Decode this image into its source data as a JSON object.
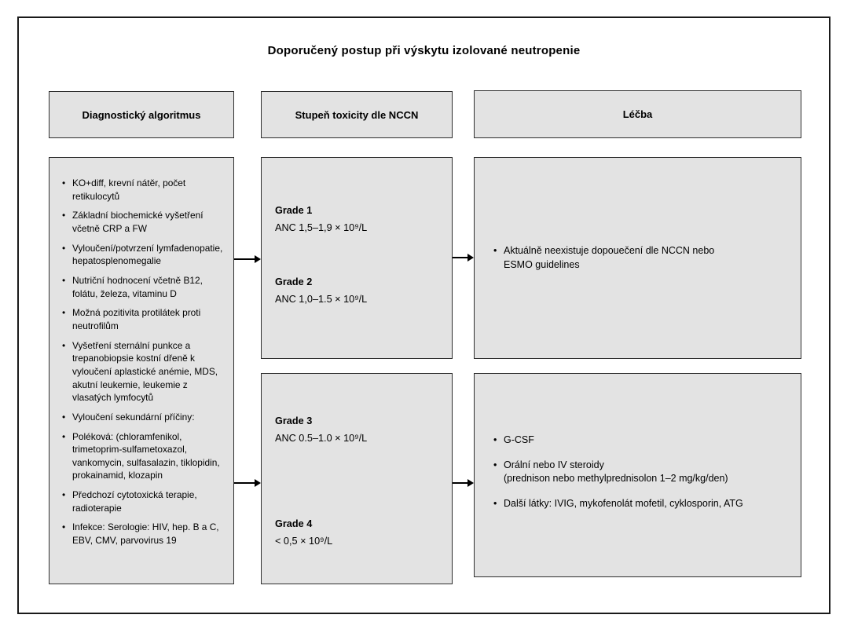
{
  "title": "Doporučený postup při výskytu izolované neutropenie",
  "columns": {
    "diagnostics": {
      "header": "Diagnostický algoritmus",
      "items": [
        "KO+diff, krevní nátěr, počet retikulocytů",
        "Základní biochemické vyšetření včetně CRP a FW",
        "Vyloučení/potvrzení lymfadenopatie, hepatosplenomegalie",
        "Nutriční hodnocení včetně B12, folátu, železa, vitaminu D",
        "Možná pozitivita protilátek proti neutrofilům",
        "Vyšetření sternální punkce a trepanobiopsie kostní dřeně k vyloučení aplastické anémie, MDS, akutní leukemie, leukemie z vlasatých lymfocytů",
        "Vyloučení sekundární příčiny:",
        "Poléková: (chloramfenikol, trimetoprim-sulfametoxazol, vankomycin, sulfasalazin, tiklopidin, prokainamid, klozapin",
        "Předchozí cytotoxická terapie, radioterapie",
        "Infekce: Serologie: HIV, hep. B a C, EBV, CMV, parvovirus 19"
      ]
    },
    "toxicity": {
      "header": "Stupeň toxicity dle NCCN",
      "grade12": [
        {
          "label": "Grade 1",
          "value": "ANC 1,5–1,9 × 10⁹/L"
        },
        {
          "label": "Grade 2",
          "value": "ANC 1,0–1.5 × 10⁹/L"
        }
      ],
      "grade34": [
        {
          "label": "Grade 3",
          "value": "ANC 0.5–1.0 × 10⁹/L"
        },
        {
          "label": "Grade 4",
          "value": "< 0,5 × 10⁹/L"
        }
      ]
    },
    "treatment": {
      "header": "Léčba",
      "grade12_items": [
        {
          "lines": [
            "Aktuálně neexistuje dopouečení dle NCCN nebo",
            "ESMO guidelines"
          ]
        }
      ],
      "grade34_items": [
        {
          "lines": [
            "G-CSF"
          ]
        },
        {
          "lines": [
            "Orální nebo IV steroidy",
            "(prednison nebo methylprednisolon 1–2 mg/kg/den)"
          ]
        },
        {
          "lines": [
            "Další látky: IVIG, mykofenolát mofetil, cyklosporin, ATG"
          ]
        }
      ]
    }
  },
  "colors": {
    "background": "#ffffff",
    "box_fill": "#e3e3e3",
    "box_border": "#2e2e2e",
    "frame_border": "#1a1a1a",
    "text": "#000000",
    "arrow": "#000000"
  }
}
